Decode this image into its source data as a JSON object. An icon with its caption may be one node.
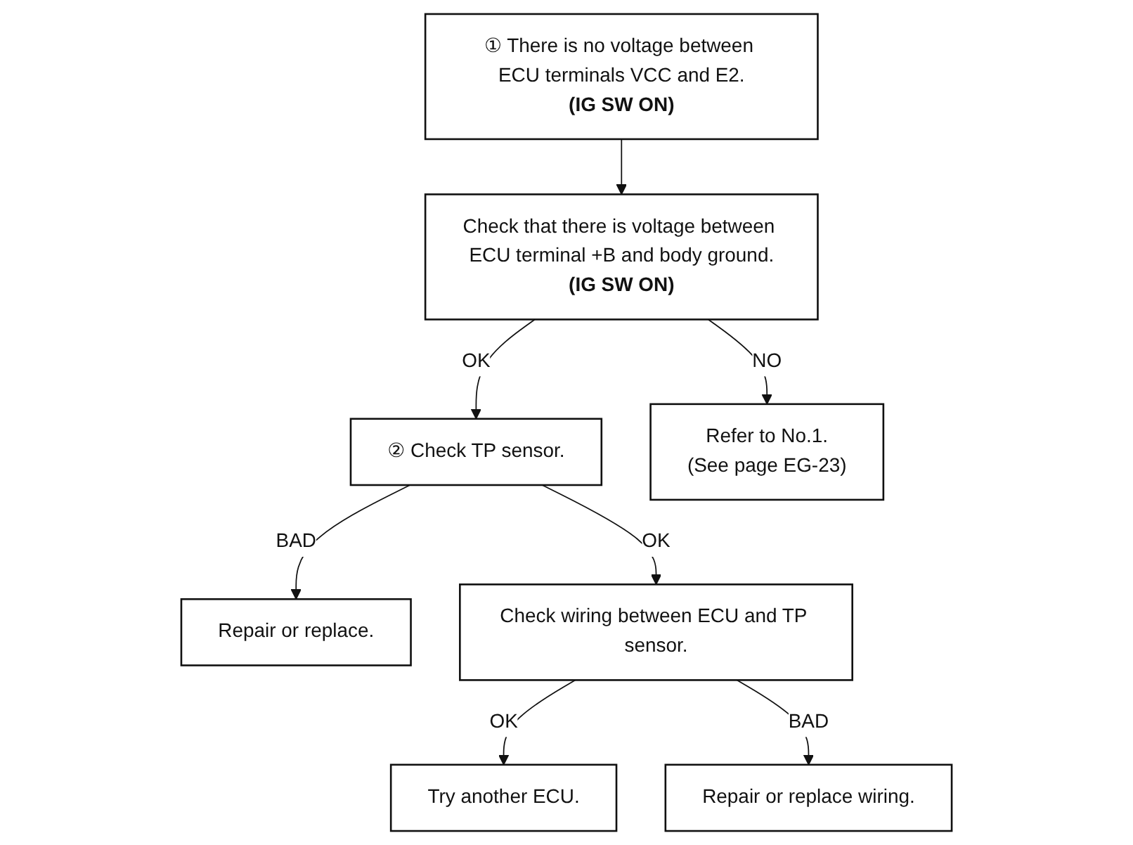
{
  "diagram": {
    "nodes": [
      {
        "text": [
          "① There is no voltage between ECU terminals VCC and E2.",
          "(IG SW ON)"
        ]
      },
      {
        "text": [
          "Check that there is voltage between ECU terminal +B and body ground.",
          "(IG SW ON)"
        ]
      },
      {
        "text": [
          "② Check TP sensor."
        ]
      },
      {
        "text": [
          "Refer to No.1.",
          "(See page EG-23)"
        ]
      },
      {
        "text": [
          "Repair or replace."
        ]
      },
      {
        "text": [
          "Check wiring between ECU and TP sensor."
        ]
      },
      {
        "text": [
          "Try another ECU."
        ]
      },
      {
        "text": [
          "Repair or replace wiring."
        ]
      }
    ],
    "edges": [
      {
        "from": 0,
        "to": 1,
        "arrow": "to"
      },
      {
        "from": 1,
        "to": 2,
        "label": "OK",
        "arrow": "to"
      },
      {
        "from": 1,
        "to": 3,
        "label": "NO",
        "arrow": "to"
      },
      {
        "from": 2,
        "to": 4,
        "label": "BAD",
        "arrow": "to"
      },
      {
        "from": 2,
        "to": 5,
        "label": "OK",
        "arrow": "to"
      },
      {
        "from": 5,
        "to": 6,
        "label": "OK",
        "arrow": "to"
      },
      {
        "from": 5,
        "to": 7,
        "label": "BAD",
        "arrow": "to"
      }
    ]
  }
}
